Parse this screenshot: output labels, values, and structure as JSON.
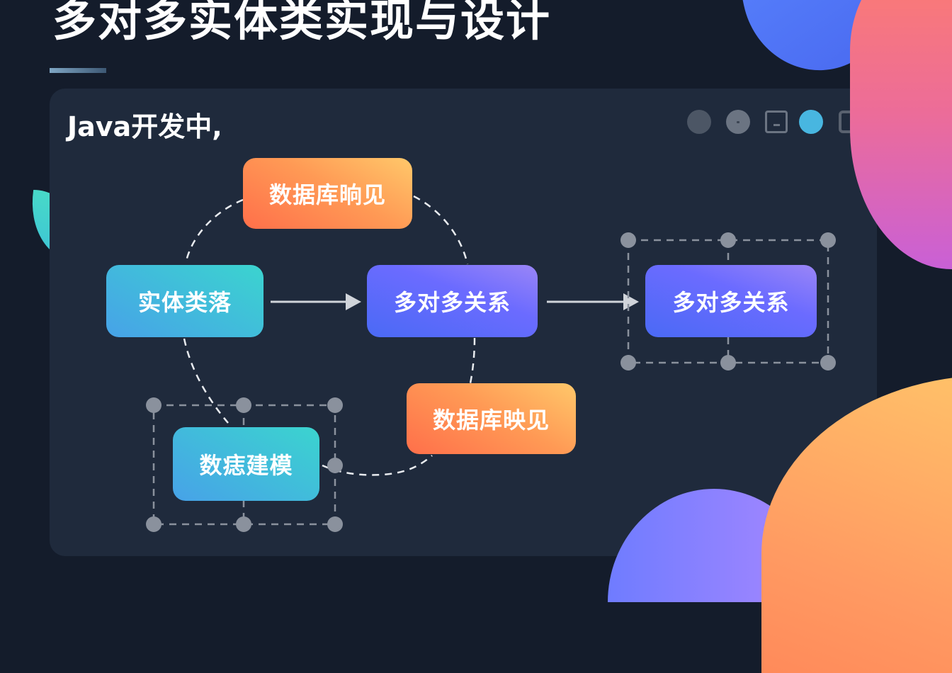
{
  "title": "多对多实体类实现与设计",
  "card": {
    "heading": "Java开发中,"
  },
  "window_controls": [
    {
      "name": "control-circle-gray",
      "color": "#4c5665"
    },
    {
      "name": "control-circle-gray-dot",
      "color": "#6b7482"
    },
    {
      "name": "control-minimize-square",
      "color": "#6b7482"
    },
    {
      "name": "control-circle-blue",
      "color": "#48b6e0"
    },
    {
      "name": "control-square-partial",
      "color": "#59616f"
    }
  ],
  "diagram": {
    "nodes": {
      "db_view_top": {
        "label": "数据库晌见"
      },
      "entity_class": {
        "label": "实体类落"
      },
      "many_to_many_center": {
        "label": "多对多关系"
      },
      "many_to_many_selected": {
        "label": "多对多关系"
      },
      "db_mapping_bottom": {
        "label": "数据库映见"
      },
      "data_modeling": {
        "label": "数痣建模"
      }
    },
    "edges": [
      {
        "from": "entity_class",
        "to": "many_to_many_center",
        "style": "solid-arrow"
      },
      {
        "from": "many_to_many_center",
        "to": "many_to_many_selected",
        "style": "solid-arrow"
      },
      {
        "from": "entity_class",
        "to": "db_view_top",
        "style": "dashed-arc"
      },
      {
        "from": "db_view_top",
        "to": "many_to_many_center",
        "style": "dashed-arc"
      },
      {
        "from": "entity_class",
        "to": "data_modeling",
        "style": "dashed-arc"
      },
      {
        "from": "many_to_many_center",
        "to": "db_mapping_bottom",
        "style": "dashed"
      },
      {
        "from": "db_mapping_bottom",
        "to": "data_modeling",
        "style": "dashed-arc"
      }
    ]
  },
  "colors": {
    "background": "#141c2b",
    "card": "#1f2a3c",
    "teal_node": "#3bd4cf",
    "blue_node": "#6b6bff",
    "orange_node": "#ff9a55",
    "handle": "#8a919d"
  }
}
